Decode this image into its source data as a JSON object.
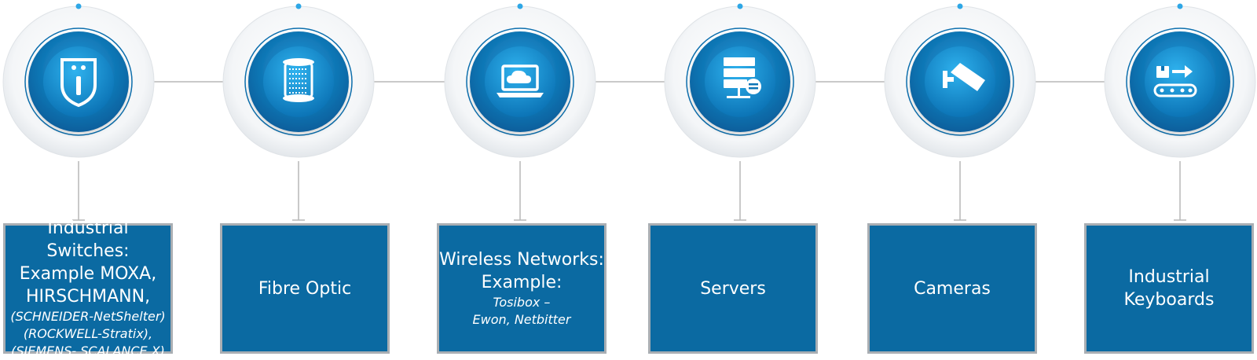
{
  "colors": {
    "box_fill": "#0b6aa2",
    "box_border": "#a9aeb3",
    "circle_blue": "#0d84c6",
    "connector": "#b7b7b7",
    "text": "#ffffff"
  },
  "nodes": [
    {
      "icon": "switch-icon",
      "title": "Industrial Switches:\nExample MOXA,\nHIRSCHMANN,",
      "subtitle": "(SCHNEIDER-NetShelter)\n(ROCKWELL-Stratix),\n(SIEMENS- SCALANCE X)"
    },
    {
      "icon": "fibre-spool-icon",
      "title": "Fibre Optic",
      "subtitle": ""
    },
    {
      "icon": "cloud-laptop-icon",
      "title": "Wireless Networks:\nExample:",
      "subtitle": "Tosibox –\nEwon, Netbitter"
    },
    {
      "icon": "server-icon",
      "title": "Servers",
      "subtitle": ""
    },
    {
      "icon": "camera-icon",
      "title": "Cameras",
      "subtitle": ""
    },
    {
      "icon": "conveyor-icon",
      "title": "Industrial\nKeyboards",
      "subtitle": ""
    }
  ]
}
